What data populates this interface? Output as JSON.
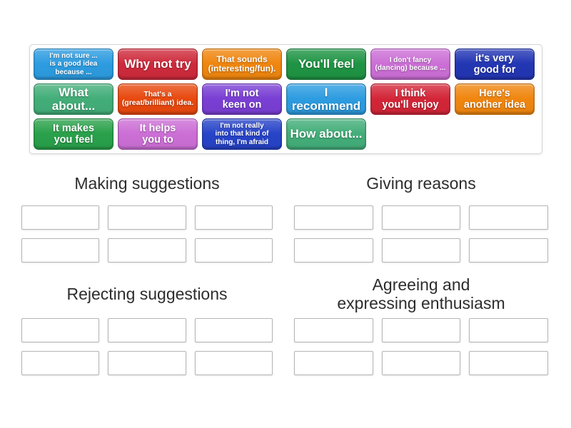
{
  "activity": {
    "type_label": "group-sort word bank"
  },
  "colors": {
    "tray_border": "#d6d6d6",
    "slot_border": "#b5b5b5",
    "title_color": "#2d2d2d",
    "tile_text": "#ffffff"
  },
  "tray": {
    "tiles": [
      {
        "label": "I'm not sure ...\nis a good idea\nbecause ...",
        "color": "#2d9ce0",
        "text_size": "xs"
      },
      {
        "label": "Why not try",
        "color": "#ce2b3c",
        "text_size": "l"
      },
      {
        "label": "That sounds\n(interesting/fun).",
        "color": "#f0860f",
        "text_size": "sm"
      },
      {
        "label": "You'll feel",
        "color": "#1f9444",
        "text_size": "l"
      },
      {
        "label": "I don't fancy\n(dancing) because ...",
        "color": "#cc6fd6",
        "text_size": "xs"
      },
      {
        "label": "it's very\ngood for",
        "color": "#2336b4",
        "text_size": "m"
      },
      {
        "label": "What about...",
        "color": "#43ae79",
        "text_size": "l"
      },
      {
        "label": "That's a\n(great/brilliant) idea.",
        "color": "#e8490f",
        "text_size": "s"
      },
      {
        "label": "I'm not\nkeen on",
        "color": "#7a3fd4",
        "text_size": "m"
      },
      {
        "label": "I recommend",
        "color": "#2d9ce0",
        "text_size": "l"
      },
      {
        "label": "I think\nyou'll enjoy",
        "color": "#d32638",
        "text_size": "m"
      },
      {
        "label": "Here's\nanother idea",
        "color": "#f0860f",
        "text_size": "m"
      },
      {
        "label": "It makes\nyou feel",
        "color": "#2aa14b",
        "text_size": "m"
      },
      {
        "label": "It helps\nyou to",
        "color": "#cc6fd6",
        "text_size": "m"
      },
      {
        "label": "I'm not really\ninto that kind of\nthing, I'm afraid",
        "color": "#2744c8",
        "text_size": "xs"
      },
      {
        "label": "How about...",
        "color": "#43ae79",
        "text_size": "l"
      }
    ]
  },
  "groups": [
    {
      "title": "Making suggestions",
      "slot_count": 6
    },
    {
      "title": "Giving reasons",
      "slot_count": 6
    },
    {
      "title": "Rejecting suggestions",
      "slot_count": 6
    },
    {
      "title": "Agreeing and expressing enthusiasm",
      "slot_count": 6
    }
  ]
}
